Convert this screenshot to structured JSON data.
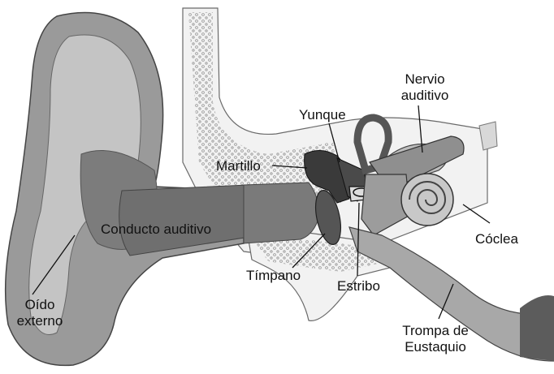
{
  "diagram": {
    "labels": {
      "nervio_line1": "Nervio",
      "nervio_line2": "auditivo",
      "yunque": "Yunque",
      "martillo": "Martillo",
      "conducto": "Conducto auditivo",
      "coclea": "Cóclea",
      "timpano": "Tímpano",
      "estribo": "Estribo",
      "oido_line1": "Oído",
      "oido_line2": "externo",
      "trompa_line1": "Trompa de",
      "trompa_line2": "Eustaquio"
    },
    "colors": {
      "background": "#ffffff",
      "skin": "#8f8f8f",
      "skin_light": "#bdbdbd",
      "skin_dark": "#5e5e5e",
      "bone": "#e6e6e6",
      "ossicle": "#3a3a3a",
      "cochlea": "#c8c8c8",
      "line": "#111111"
    }
  }
}
